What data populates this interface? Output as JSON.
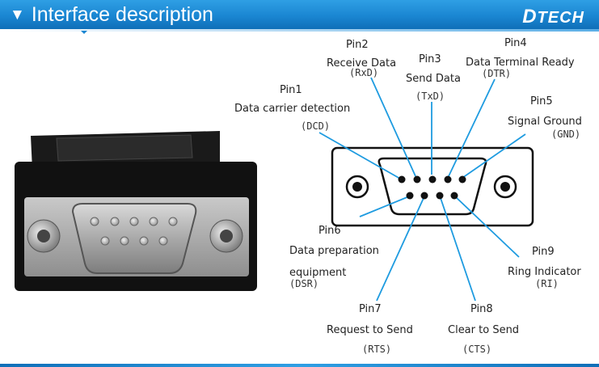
{
  "header": {
    "title": "Interface description",
    "brand_first": "D",
    "brand_rest": "TECH"
  },
  "pins": [
    {
      "pin": "Pin1",
      "name": "Data carrier detection",
      "abbr": "(DCD)"
    },
    {
      "pin": "Pin2",
      "name": "Receive Data",
      "abbr": "(RxD)"
    },
    {
      "pin": "Pin3",
      "name": "Send Data",
      "abbr": "(TxD)"
    },
    {
      "pin": "Pin4",
      "name": "Data Terminal Ready",
      "abbr": "(DTR)"
    },
    {
      "pin": "Pin5",
      "name": "Signal Ground",
      "abbr": "(GND)"
    },
    {
      "pin": "Pin6",
      "name": "Data preparation",
      "name2": "equipment",
      "abbr": "(DSR)"
    },
    {
      "pin": "Pin7",
      "name": "Request to Send",
      "abbr": "(RTS)"
    },
    {
      "pin": "Pin8",
      "name": "Clear to Send",
      "abbr": "(CTS)"
    },
    {
      "pin": "Pin9",
      "name": "Ring Indicator",
      "abbr": "(RI)"
    }
  ],
  "colors": {
    "banner": "#1a86d2",
    "leader": "#1e9be0",
    "outline": "#111111"
  }
}
